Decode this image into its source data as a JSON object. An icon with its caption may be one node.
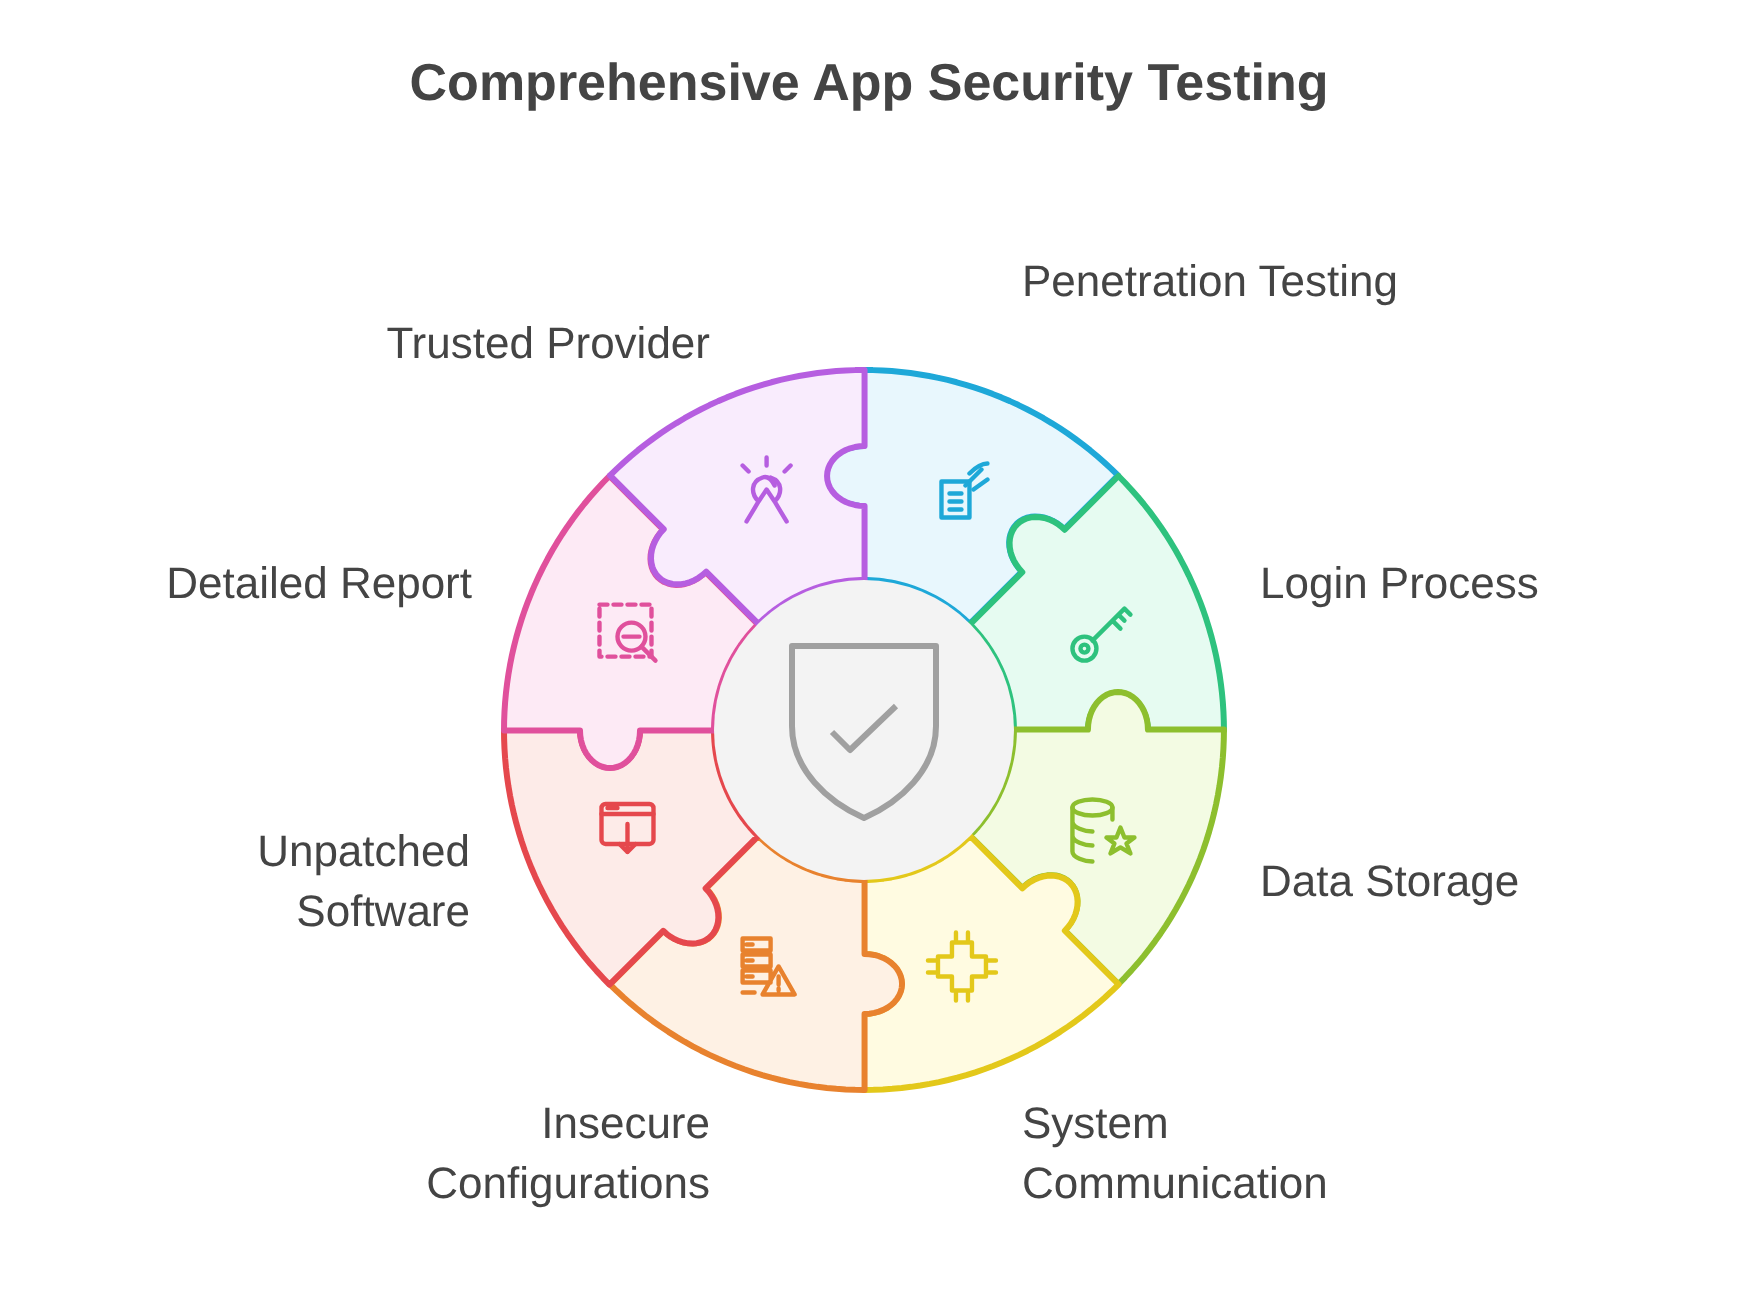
{
  "diagram": {
    "title": "Comprehensive App Security Testing",
    "nodes": [
      {
        "text": [
          "Penetration Testing"
        ]
      },
      {
        "text": [
          "Login Process"
        ]
      },
      {
        "text": [
          "Data Storage"
        ]
      },
      {
        "text": [
          "System Communication"
        ]
      },
      {
        "text": [
          "Insecure Configurations"
        ]
      },
      {
        "text": [
          "Unpatched Software"
        ]
      },
      {
        "text": [
          "Detailed Report"
        ]
      },
      {
        "text": [
          "Trusted Provider"
        ]
      },
      {
        "text": [],
        "shape": "circle"
      }
    ]
  }
}
